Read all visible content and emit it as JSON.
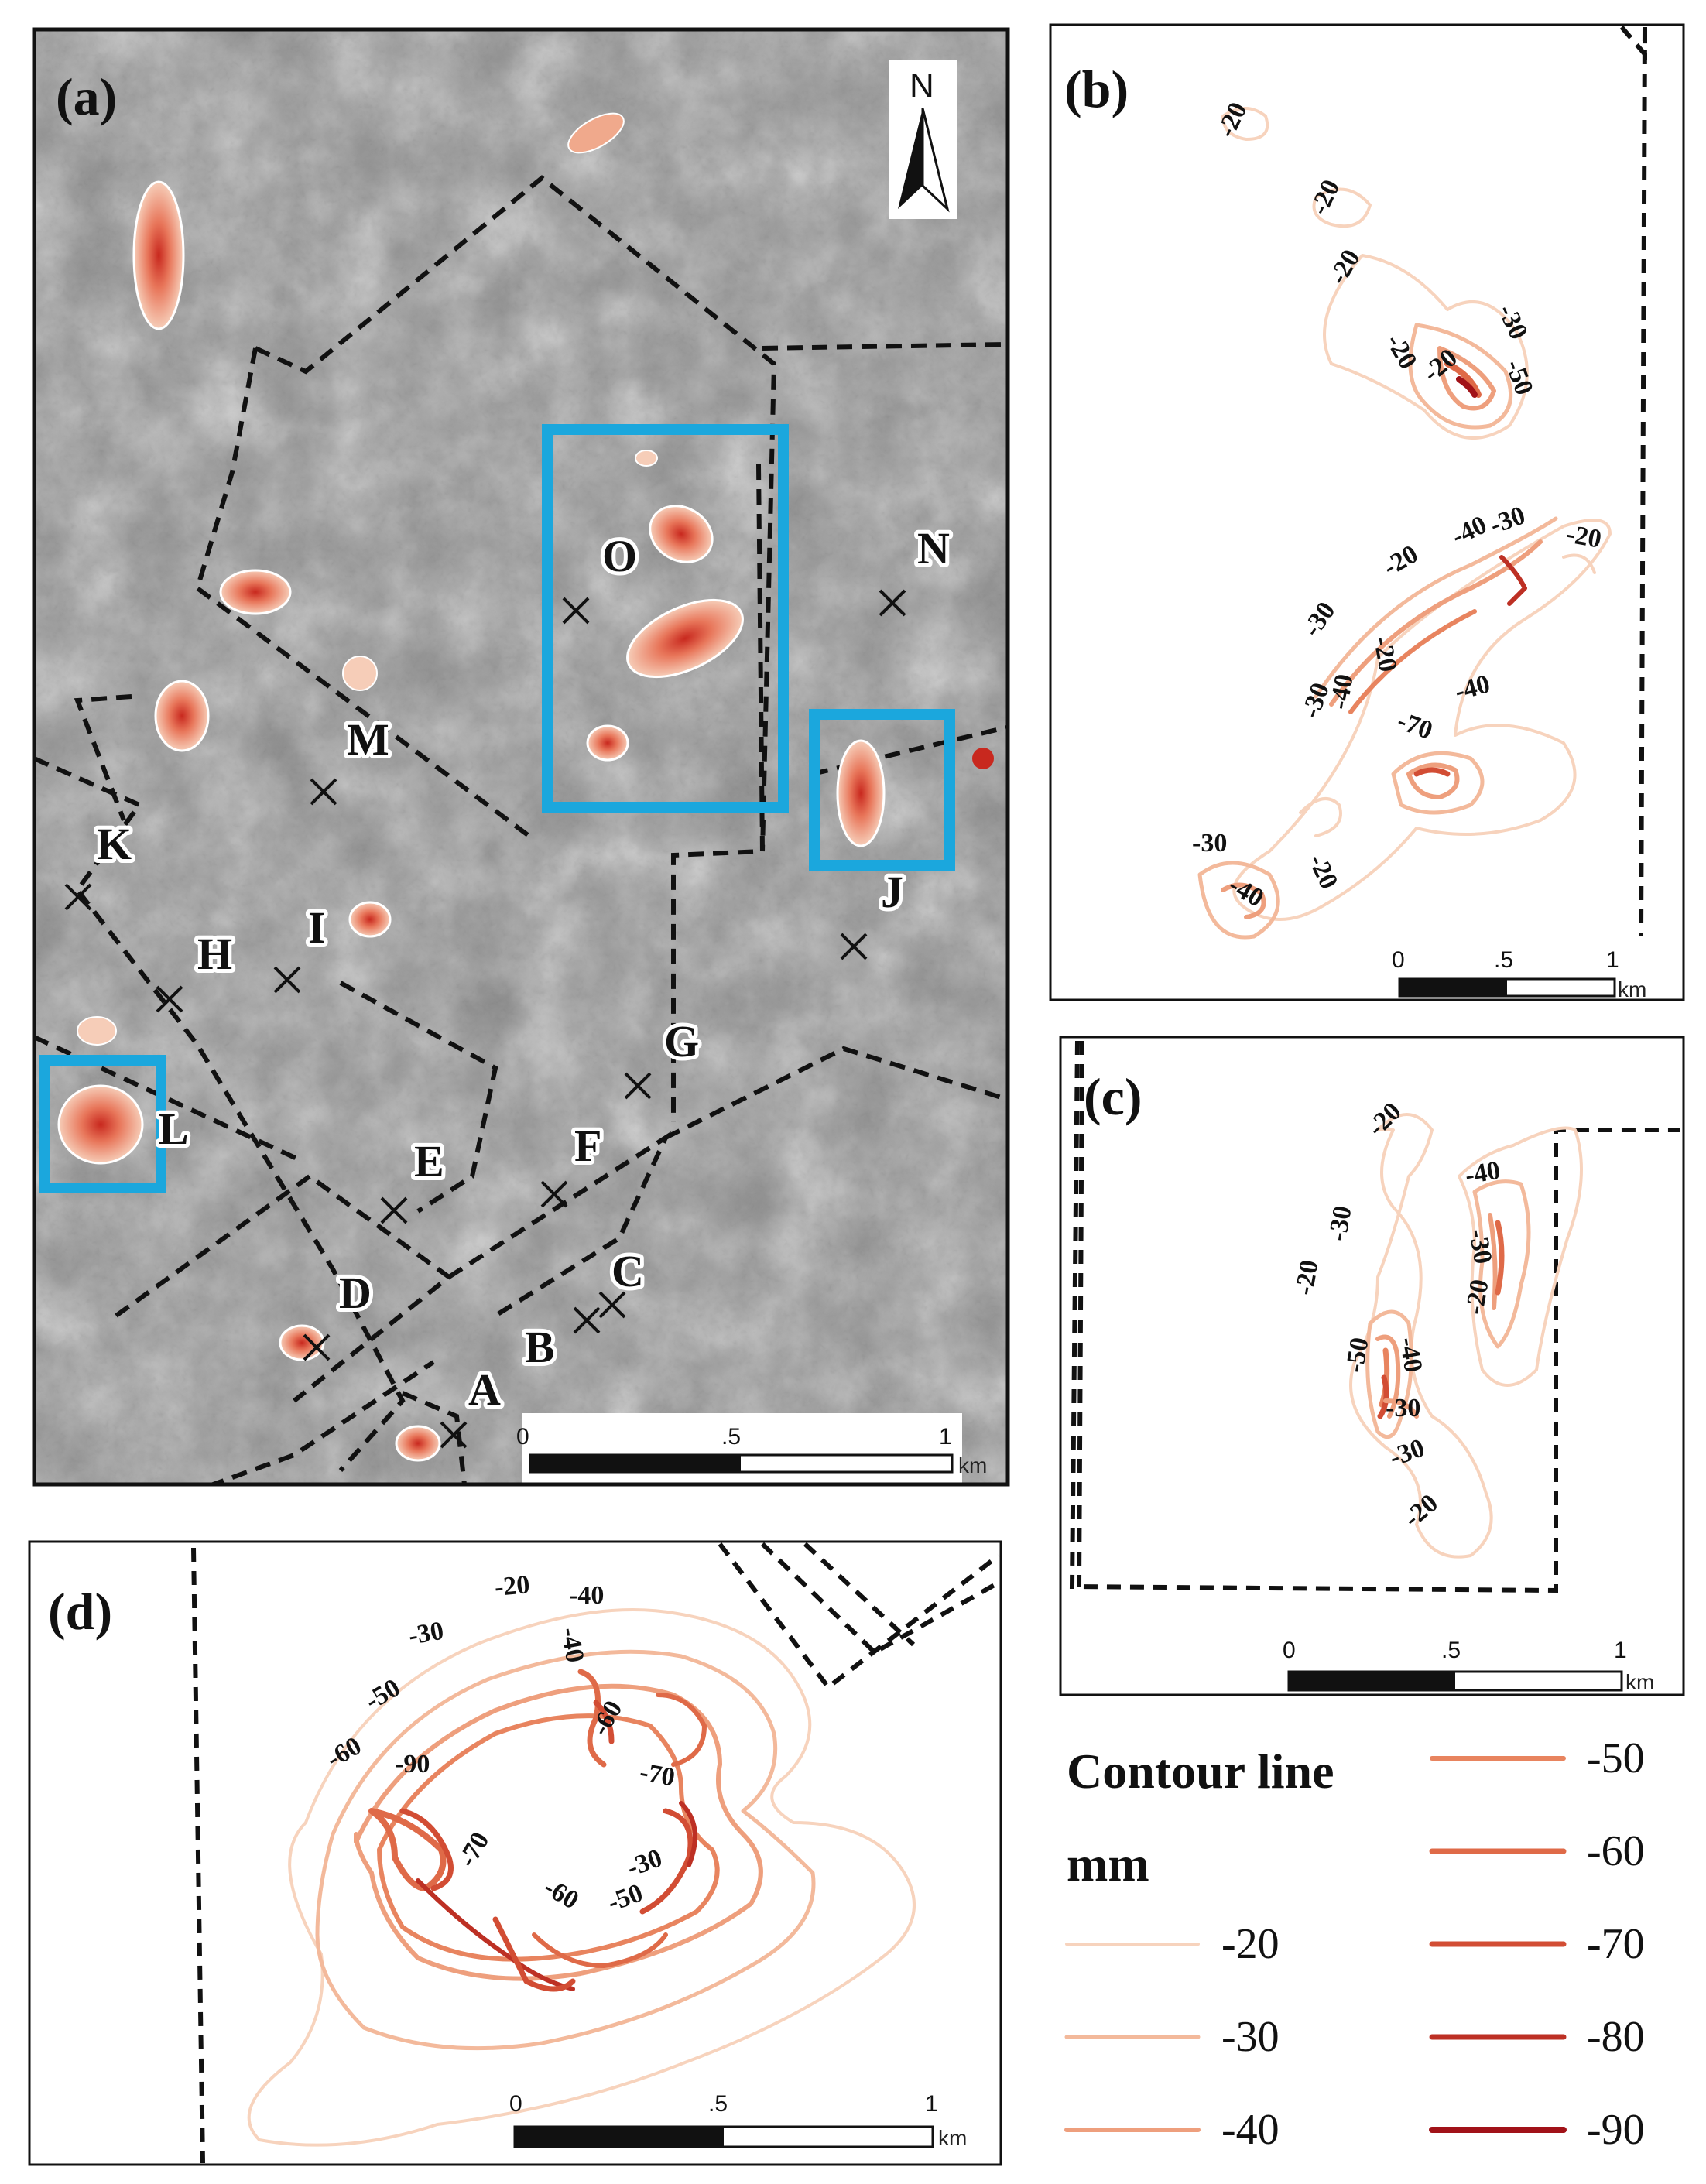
{
  "panels": {
    "a": "(a)",
    "b": "(b)",
    "c": "(c)",
    "d": "(d)"
  },
  "north_arrow": {
    "letter": "N",
    "icon": "north-arrow-icon"
  },
  "sites": [
    {
      "id": "A",
      "label": "A"
    },
    {
      "id": "B",
      "label": "B"
    },
    {
      "id": "C",
      "label": "C"
    },
    {
      "id": "D",
      "label": "D"
    },
    {
      "id": "E",
      "label": "E"
    },
    {
      "id": "F",
      "label": "F"
    },
    {
      "id": "G",
      "label": "G"
    },
    {
      "id": "H",
      "label": "H"
    },
    {
      "id": "I",
      "label": "I"
    },
    {
      "id": "J",
      "label": "J"
    },
    {
      "id": "K",
      "label": "K"
    },
    {
      "id": "L",
      "label": "L"
    },
    {
      "id": "M",
      "label": "M"
    },
    {
      "id": "N",
      "label": "N"
    },
    {
      "id": "O",
      "label": "O"
    }
  ],
  "scale_bar": {
    "ticks": [
      "0",
      ".5",
      "1"
    ],
    "unit": "km"
  },
  "contour_labels_b": [
    "-20",
    "-20",
    "-20",
    "-20",
    "-30",
    "-20",
    "-50",
    "-20",
    "-40",
    "-30",
    "-20",
    "-30",
    "-20",
    "-30",
    "-40",
    "-70",
    "-40",
    "-30",
    "-20",
    "-40"
  ],
  "contour_labels_c": [
    "-20",
    "-30",
    "-20",
    "-40",
    "-30",
    "-50",
    "-40",
    "-30",
    "-20",
    "-30",
    "-20"
  ],
  "contour_labels_d": [
    "-20",
    "-40",
    "-30",
    "-50",
    "-60",
    "-90",
    "-40",
    "-60",
    "-70",
    "-70",
    "-60",
    "-50",
    "-30"
  ],
  "legend": {
    "title": "Contour line",
    "unit": "mm",
    "items": [
      {
        "label": "-20",
        "color": "#f7d3bd",
        "width": 4
      },
      {
        "label": "-30",
        "color": "#f3b99b",
        "width": 5
      },
      {
        "label": "-40",
        "color": "#ee9f7d",
        "width": 6
      },
      {
        "label": "-50",
        "color": "#e8845f",
        "width": 6
      },
      {
        "label": "-60",
        "color": "#df6a48",
        "width": 7
      },
      {
        "label": "-70",
        "color": "#d24d34",
        "width": 7
      },
      {
        "label": "-80",
        "color": "#bd3024",
        "width": 7
      },
      {
        "label": "-90",
        "color": "#a11218",
        "width": 8
      }
    ]
  }
}
